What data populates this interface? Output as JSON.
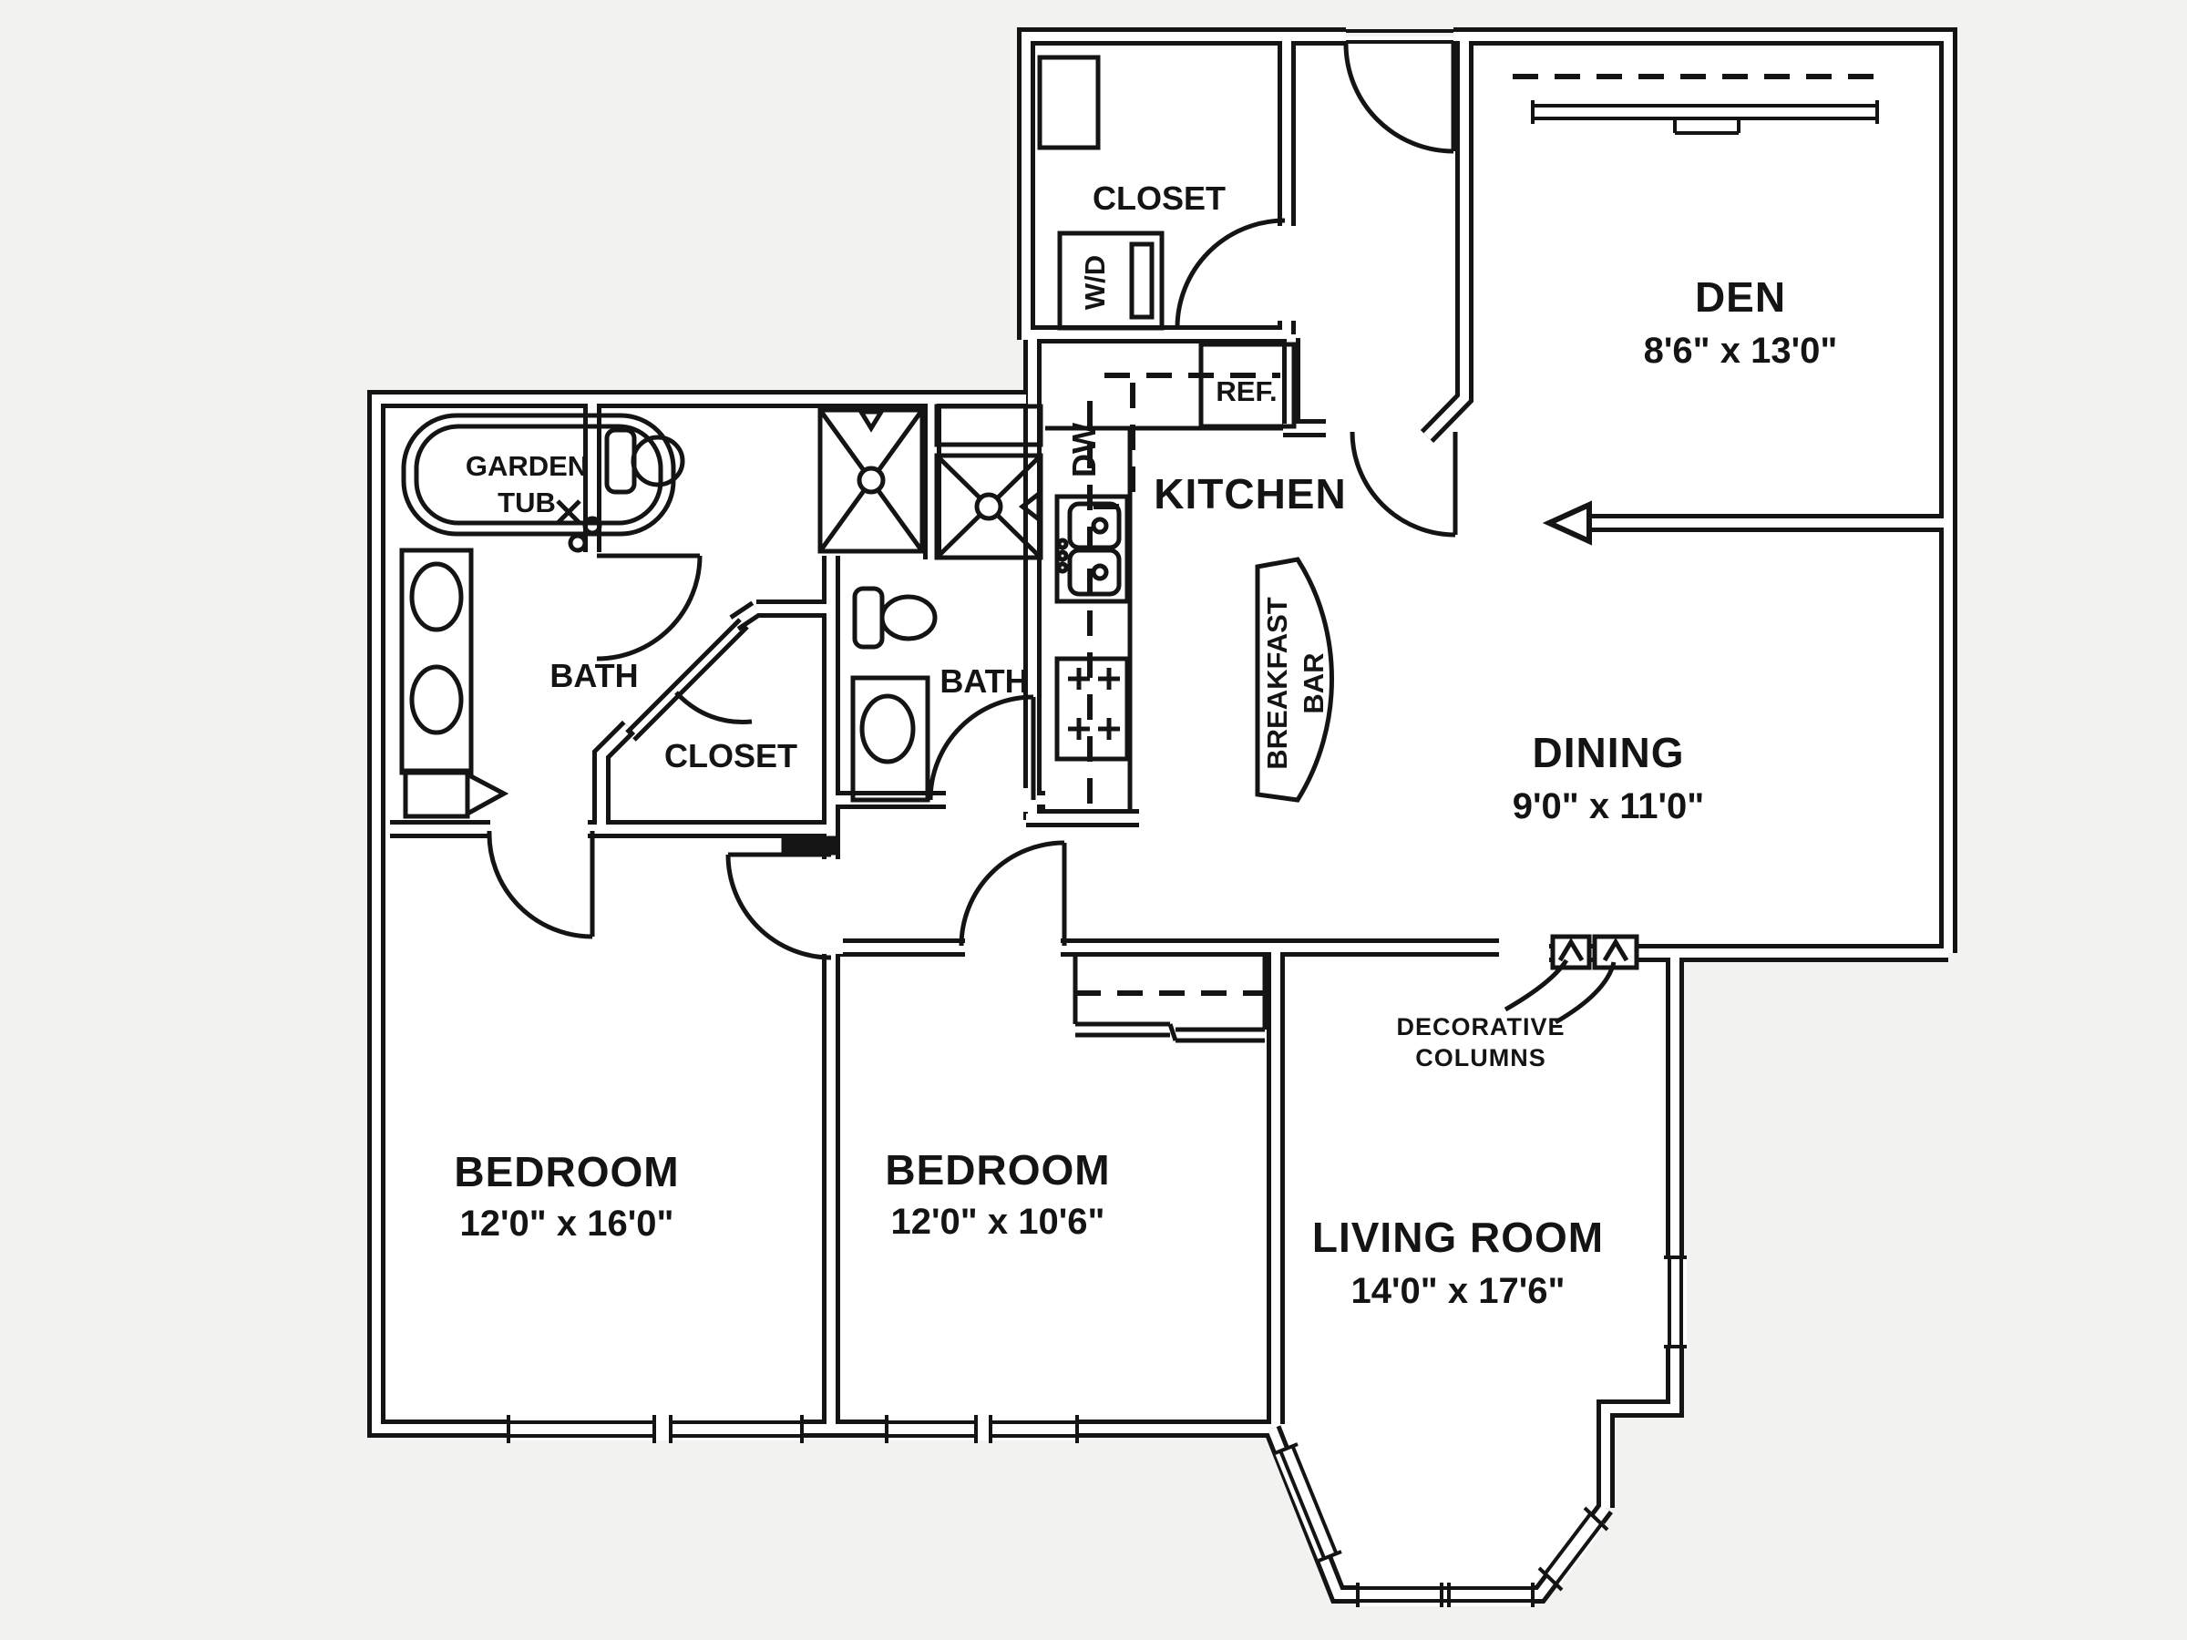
{
  "plan": {
    "rooms": {
      "den": {
        "name": "DEN",
        "dims": "8'6\" x 13'0\""
      },
      "dining": {
        "name": "DINING",
        "dims": "9'0\" x 11'0\""
      },
      "kitchen": {
        "name": "KITCHEN"
      },
      "living": {
        "name": "LIVING ROOM",
        "dims": "14'0\" x 17'6\""
      },
      "bedroom1": {
        "name": "BEDROOM",
        "dims": "12'0\" x 16'0\""
      },
      "bedroom2": {
        "name": "BEDROOM",
        "dims": "12'0\" x 10'6\""
      },
      "bath1": {
        "name": "BATH"
      },
      "bath2": {
        "name": "BATH"
      },
      "laundry_closet": {
        "name": "CLOSET"
      },
      "walkin_closet": {
        "name": "CLOSET"
      }
    },
    "fixtures": {
      "garden_tub_line1": "GARDEN",
      "garden_tub_line2": "TUB",
      "washer_dryer": "W/D",
      "refrigerator": "REF.",
      "dishwasher": "DW",
      "breakfast_bar_line1": "BREAKFAST",
      "breakfast_bar_line2": "BAR"
    },
    "annotations": {
      "decorative_columns_line1": "DECORATIVE",
      "decorative_columns_line2": "COLUMNS"
    },
    "colors": {
      "wall": "#141414",
      "background": "#f2f2f0",
      "floor": "#ffffff"
    }
  }
}
